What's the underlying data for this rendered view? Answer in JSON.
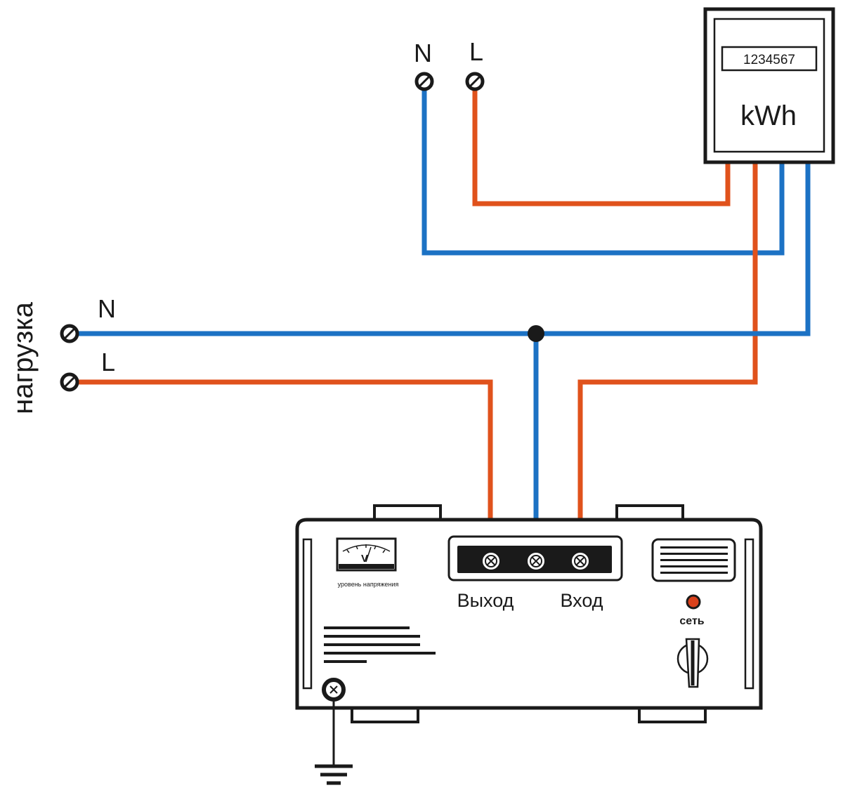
{
  "colors": {
    "neutral_wire": "#1c72c4",
    "live_wire": "#e0521c",
    "outline": "#1a1a1a",
    "background": "#ffffff"
  },
  "supply": {
    "neutral_label": "N",
    "live_label": "L"
  },
  "meter": {
    "reading": "1234567",
    "unit": "kWh"
  },
  "load": {
    "caption": "нагрузка",
    "neutral_label": "N",
    "live_label": "L"
  },
  "stabilizer": {
    "voltmeter_symbol": "V",
    "voltmeter_caption": "уровень напряжения",
    "output_label": "Выход",
    "input_label": "Вход",
    "power_led_label": "сеть"
  },
  "icons": [
    "terminal-screw-icon",
    "ground-icon",
    "rotary-switch-icon",
    "voltmeter-icon",
    "ventilation-grille-icon"
  ]
}
